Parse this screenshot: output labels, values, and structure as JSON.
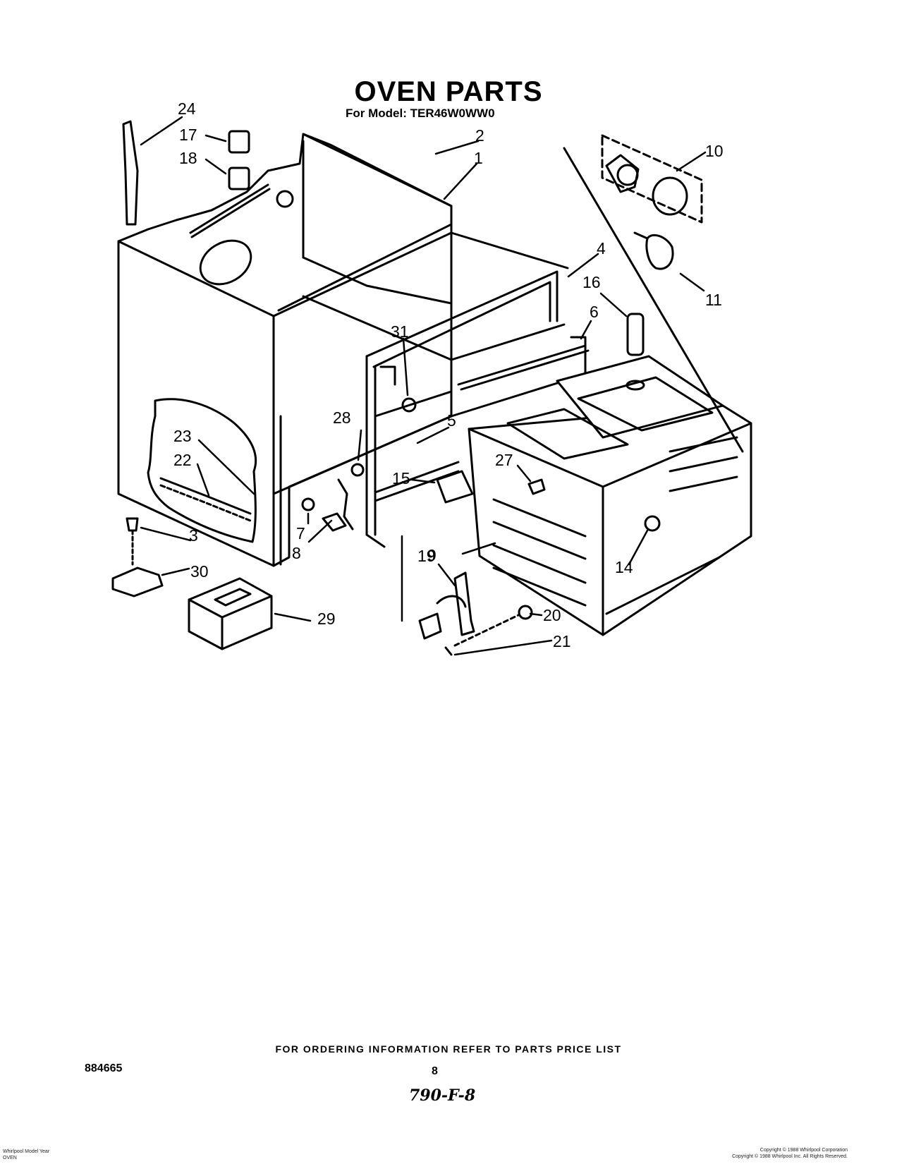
{
  "header": {
    "title": "OVEN PARTS",
    "model": "For Model: TER46W0WW0"
  },
  "footer": {
    "ordering_note": "FOR ORDERING INFORMATION REFER TO PARTS PRICE LIST",
    "doc_number": "884665",
    "page_number": "8",
    "handwritten_note": "790-F-8",
    "fine_print_left": [
      "Whirlpool Model Year",
      "OVEN"
    ],
    "fine_print_right": [
      "Copyright © 1988 Whirlpool Corporation",
      "Copyright © 1988 Whirlpool Inc. All Rights Reserved."
    ]
  },
  "callouts": {
    "c1": "1",
    "c2": "2",
    "c3": "3",
    "c4": "4",
    "c5": "5",
    "c6": "6",
    "c7": "7",
    "c8": "8",
    "c9": "9",
    "c10": "10",
    "c11": "11",
    "c14": "14",
    "c15": "15",
    "c16": "16",
    "c17": "17",
    "c18": "18",
    "c19": "19",
    "c20": "20",
    "c21": "21",
    "c22": "22",
    "c23": "23",
    "c24": "24",
    "c27": "27",
    "c28": "28",
    "c29": "29",
    "c30": "30",
    "c31": "31"
  }
}
